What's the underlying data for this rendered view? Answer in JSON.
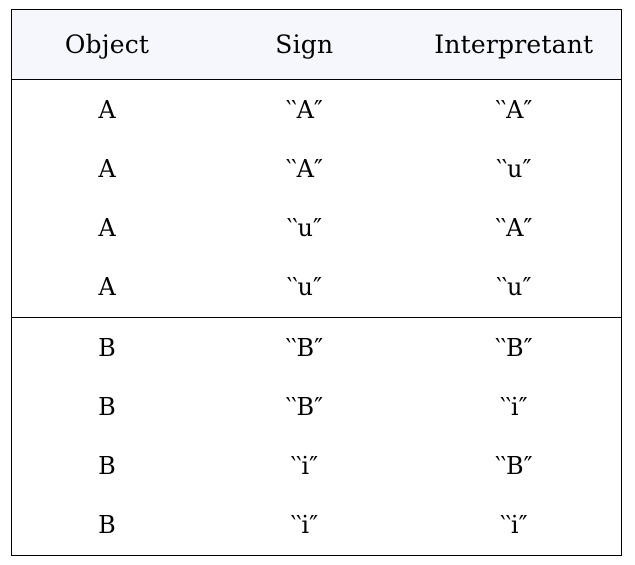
{
  "table": {
    "columns": [
      {
        "key": "object",
        "label": "Object"
      },
      {
        "key": "sign",
        "label": "Sign"
      },
      {
        "key": "interpretant",
        "label": "Interpretant"
      }
    ],
    "header_background": "#f5f7fd",
    "border_color": "#000000",
    "text_color": "#000000",
    "open_quote": "‴",
    "close_quote": "″",
    "sections": [
      {
        "name": "group-a",
        "rows": [
          {
            "object": "A",
            "sign": "‵‵A″",
            "interpretant": "‵‵A″"
          },
          {
            "object": "A",
            "sign": "‵‵A″",
            "interpretant": "‵‵u″"
          },
          {
            "object": "A",
            "sign": "‵‵u″",
            "interpretant": "‵‵A″"
          },
          {
            "object": "A",
            "sign": "‵‵u″",
            "interpretant": "‵‵u″"
          }
        ]
      },
      {
        "name": "group-b",
        "rows": [
          {
            "object": "B",
            "sign": "‵‵B″",
            "interpretant": "‵‵B″"
          },
          {
            "object": "B",
            "sign": "‵‵B″",
            "interpretant": "‵‵i″"
          },
          {
            "object": "B",
            "sign": "‵‵i″",
            "interpretant": "‵‵B″"
          },
          {
            "object": "B",
            "sign": "‵‵i″",
            "interpretant": "‵‵i″"
          }
        ]
      }
    ]
  }
}
